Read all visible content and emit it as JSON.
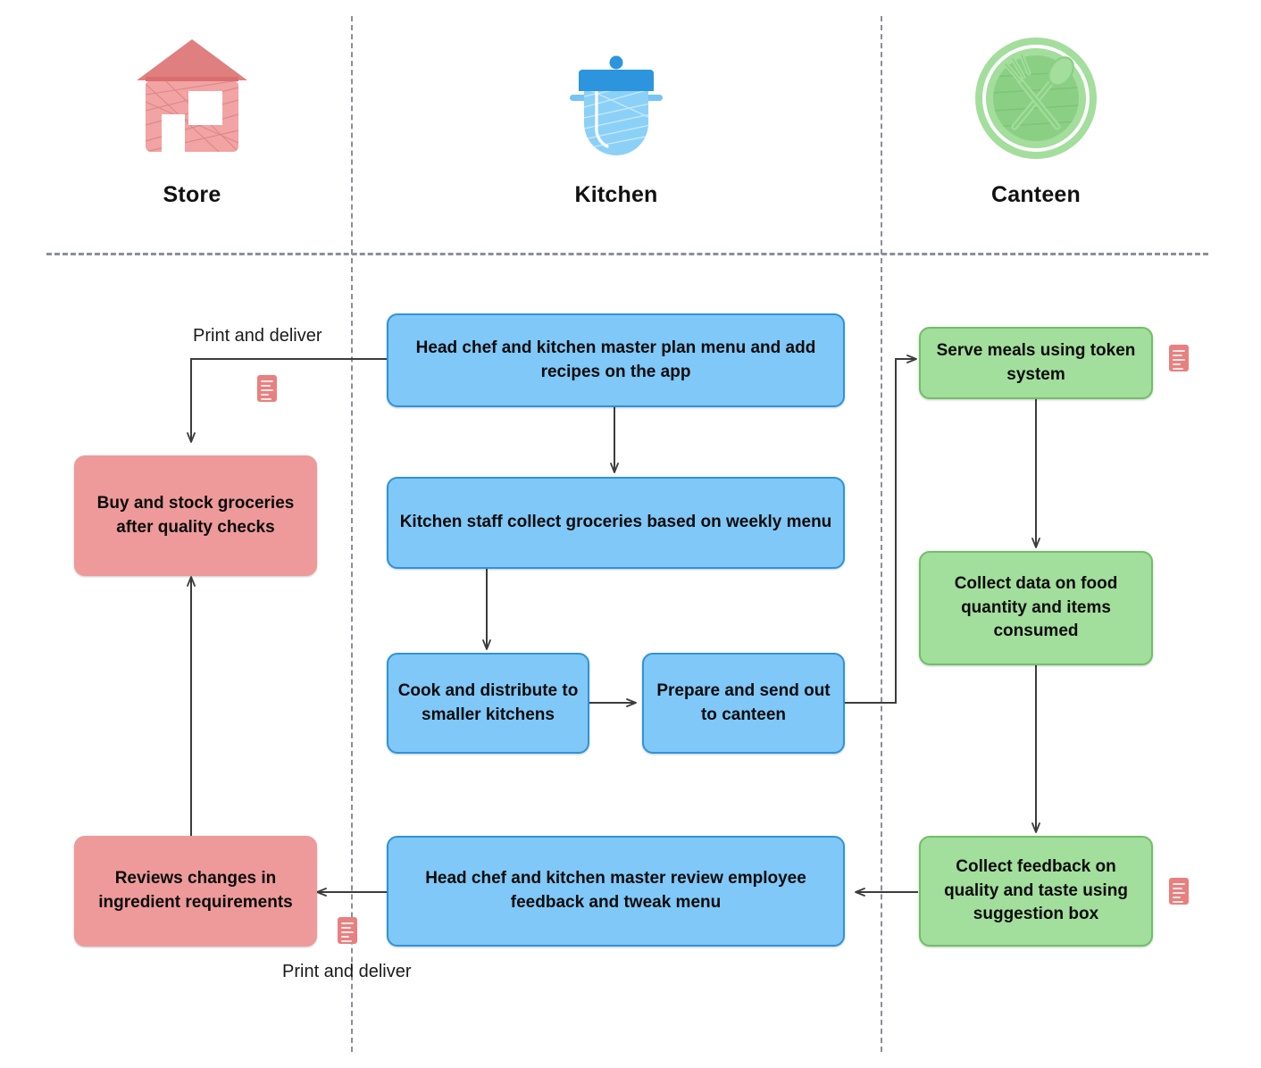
{
  "diagram": {
    "title": "Canteen food service process flow",
    "colors": {
      "store_fill": "#EE9A9A",
      "kitchen_fill": "#7FC8F8",
      "kitchen_border": "#2E93D9",
      "canteen_fill": "#A2DE9C",
      "canteen_border": "#6FBF66",
      "document_icon": "#E8807F",
      "connector": "#3c3c3c",
      "lane_divider": "#8a8f98"
    }
  },
  "lanes": [
    {
      "id": "store",
      "label": "Store",
      "icon": "house-icon"
    },
    {
      "id": "kitchen",
      "label": "Kitchen",
      "icon": "cooking-pot-icon"
    },
    {
      "id": "canteen",
      "label": "Canteen",
      "icon": "plate-fork-spoon-icon"
    }
  ],
  "nodes": [
    {
      "id": "plan-menu",
      "lane": "kitchen",
      "color": "blue",
      "text": "Head chef and kitchen master plan menu and add recipes on the app"
    },
    {
      "id": "buy-stock",
      "lane": "store",
      "color": "red",
      "text": "Buy and stock groceries after quality checks"
    },
    {
      "id": "serve-meals",
      "lane": "canteen",
      "color": "green",
      "text": "Serve meals using token system"
    },
    {
      "id": "collect-groceries",
      "lane": "kitchen",
      "color": "blue",
      "text": "Kitchen staff collect groceries based on weekly menu"
    },
    {
      "id": "collect-data",
      "lane": "canteen",
      "color": "green",
      "text": "Collect data on food quantity and items consumed"
    },
    {
      "id": "cook-distribute",
      "lane": "kitchen",
      "color": "blue",
      "text": "Cook and distribute to smaller kitchens"
    },
    {
      "id": "prepare-send",
      "lane": "kitchen",
      "color": "blue",
      "text": "Prepare and send out to canteen"
    },
    {
      "id": "review-feedback",
      "lane": "kitchen",
      "color": "blue",
      "text": "Head chef and kitchen master review employee feedback and tweak menu"
    },
    {
      "id": "reviews-changes",
      "lane": "store",
      "color": "red",
      "text": "Reviews changes in ingredient requirements"
    },
    {
      "id": "collect-feedback",
      "lane": "canteen",
      "color": "green",
      "text": "Collect feedback on quality and taste using suggestion box"
    }
  ],
  "edge_labels": [
    {
      "id": "print-deliver-top",
      "text": "Print and deliver"
    },
    {
      "id": "print-deliver-bottom",
      "text": "Print and deliver"
    }
  ],
  "documents": [
    {
      "id": "doc-top-left",
      "icon": "document-icon"
    },
    {
      "id": "doc-top-right",
      "icon": "document-icon"
    },
    {
      "id": "doc-bottom-left",
      "icon": "document-icon"
    },
    {
      "id": "doc-bottom-right",
      "icon": "document-icon"
    }
  ]
}
